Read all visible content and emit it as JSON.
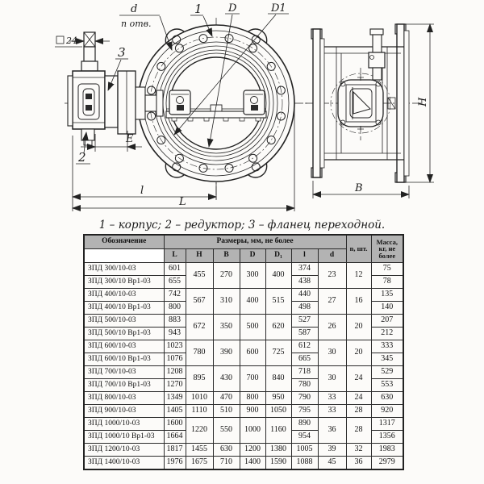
{
  "drawing": {
    "label_1": "1",
    "label_2": "2",
    "label_3": "3",
    "label_d": "d",
    "label_n_holes": "п отв.",
    "label_D": "D",
    "label_D1": "D1",
    "label_E": "E",
    "label_l": "l",
    "label_L": "L",
    "label_B": "B",
    "label_H": "H",
    "label_square_size": "24",
    "caption": "1 – корпус; 2 – редуктор; 3 – фланец переходной."
  },
  "table": {
    "header": {
      "designation": "Обозначение",
      "dims_group": "Размеры, мм, не более",
      "cols": [
        "L",
        "H",
        "B",
        "D",
        "D₁",
        "l",
        "d"
      ],
      "n": "n, шт.",
      "mass": "Масса, кг, не более"
    },
    "rows": [
      {
        "name": "ЗПД 300/10-03",
        "L": "601",
        "l": "374",
        "mass": "75",
        "group": {
          "span": 2,
          "H": "455",
          "B": "270",
          "D": "300",
          "D1": "400",
          "d": "23",
          "n": "12"
        }
      },
      {
        "name": "ЗПД 300/10 Вр1-03",
        "L": "655",
        "l": "438",
        "mass": "78"
      },
      {
        "name": "ЗПД 400/10-03",
        "L": "742",
        "l": "440",
        "mass": "135",
        "group": {
          "span": 2,
          "H": "567",
          "B": "310",
          "D": "400",
          "D1": "515",
          "d": "27",
          "n": "16"
        }
      },
      {
        "name": "ЗПД 400/10 Вр1-03",
        "L": "800",
        "l": "498",
        "mass": "140"
      },
      {
        "name": "ЗПД 500/10-03",
        "L": "883",
        "l": "527",
        "mass": "207",
        "group": {
          "span": 2,
          "H": "672",
          "B": "350",
          "D": "500",
          "D1": "620",
          "d": "26",
          "n": "20"
        }
      },
      {
        "name": "ЗПД 500/10 Вр1-03",
        "L": "943",
        "l": "587",
        "mass": "212"
      },
      {
        "name": "ЗПД 600/10-03",
        "L": "1023",
        "l": "612",
        "mass": "333",
        "group": {
          "span": 2,
          "H": "780",
          "B": "390",
          "D": "600",
          "D1": "725",
          "d": "30",
          "n": "20"
        }
      },
      {
        "name": "ЗПД 600/10 Вр1-03",
        "L": "1076",
        "l": "665",
        "mass": "345"
      },
      {
        "name": "ЗПД 700/10-03",
        "L": "1208",
        "l": "718",
        "mass": "529",
        "group": {
          "span": 2,
          "H": "895",
          "B": "430",
          "D": "700",
          "D1": "840",
          "d": "30",
          "n": "24"
        }
      },
      {
        "name": "ЗПД 700/10 Вр1-03",
        "L": "1270",
        "l": "780",
        "mass": "553"
      },
      {
        "name": "ЗПД 800/10-03",
        "L": "1349",
        "l": "790",
        "mass": "630",
        "group": {
          "span": 1,
          "H": "1010",
          "B": "470",
          "D": "800",
          "D1": "950",
          "d": "33",
          "n": "24"
        }
      },
      {
        "name": "ЗПД 900/10-03",
        "L": "1405",
        "l": "795",
        "mass": "920",
        "group": {
          "span": 1,
          "H": "1110",
          "B": "510",
          "D": "900",
          "D1": "1050",
          "d": "33",
          "n": "28"
        }
      },
      {
        "name": "ЗПД 1000/10-03",
        "L": "1600",
        "l": "890",
        "mass": "1317",
        "group": {
          "span": 2,
          "H": "1220",
          "B": "550",
          "D": "1000",
          "D1": "1160",
          "d": "36",
          "n": "28"
        }
      },
      {
        "name": "ЗПД 1000/10 Вр1-03",
        "L": "1664",
        "l": "954",
        "mass": "1356"
      },
      {
        "name": "ЗПД 1200/10-03",
        "L": "1817",
        "l": "1005",
        "mass": "1983",
        "group": {
          "span": 1,
          "H": "1455",
          "B": "630",
          "D": "1200",
          "D1": "1380",
          "d": "39",
          "n": "32"
        }
      },
      {
        "name": "ЗПД 1400/10-03",
        "L": "1976",
        "l": "1088",
        "mass": "2979",
        "group": {
          "span": 1,
          "H": "1675",
          "B": "710",
          "D": "1400",
          "D1": "1590",
          "d": "45",
          "n": "36"
        }
      }
    ]
  }
}
